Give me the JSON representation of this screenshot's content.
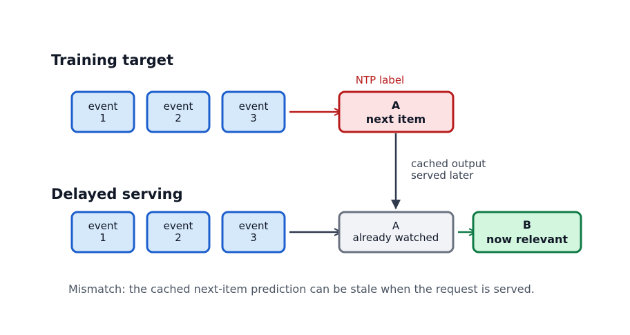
{
  "sections": {
    "training": {
      "title": "Training target",
      "events": [
        {
          "line1": "event",
          "line2": "1"
        },
        {
          "line1": "event",
          "line2": "2"
        },
        {
          "line1": "event",
          "line2": "3"
        }
      ],
      "label_tag": "NTP label",
      "target": {
        "line1": "A",
        "line2": "next item"
      }
    },
    "serving": {
      "title": "Delayed serving",
      "events": [
        {
          "line1": "event",
          "line2": "1"
        },
        {
          "line1": "event",
          "line2": "2"
        },
        {
          "line1": "event",
          "line2": "3"
        }
      ],
      "watched": {
        "line1": "A",
        "line2": "already watched"
      },
      "relevant": {
        "line1": "B",
        "line2": "now relevant"
      }
    }
  },
  "connector": {
    "line1": "cached output",
    "line2": "served later"
  },
  "caption": "Mismatch: the cached next-item prediction can be stale when the request is served.",
  "colors": {
    "event_fill": "#d6e9fb",
    "event_stroke": "#1d5fcc",
    "target_fill": "#fde2e4",
    "target_stroke": "#b91c1c",
    "watched_fill": "#f1f3f7",
    "watched_stroke": "#6b7280",
    "relevant_fill": "#d3f7de",
    "relevant_stroke": "#0f7a45",
    "dark_arrow": "#2f3a4d"
  }
}
